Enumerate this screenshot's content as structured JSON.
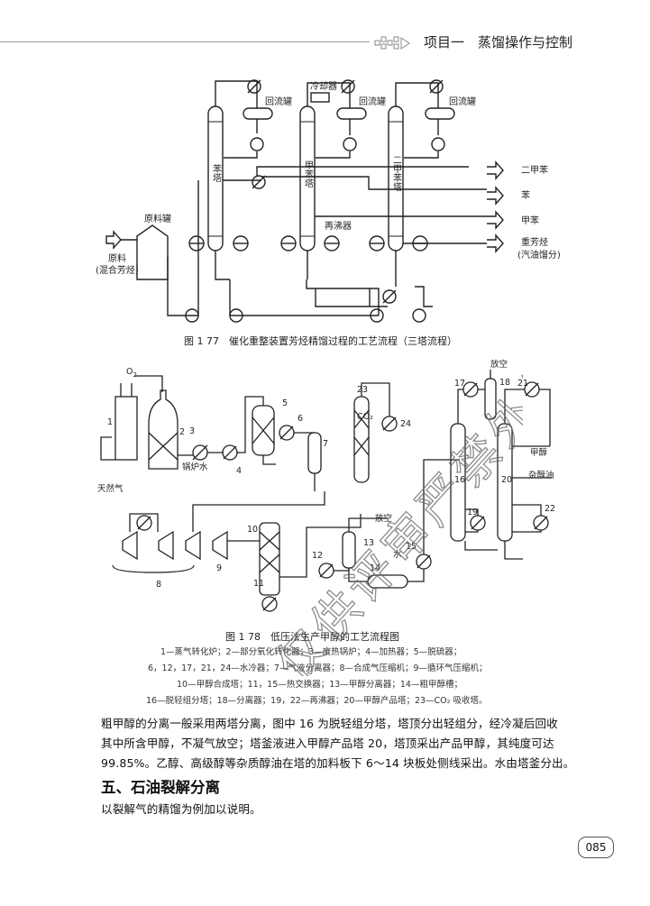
{
  "header": {
    "title": "项目一　蒸馏操作与控制"
  },
  "figure77": {
    "caption": "图 1 77　催化重整装置芳烃精馏过程的工艺流程（三塔流程）",
    "labels": {
      "reflux_drum_1": "回流罐",
      "condenser": "冷却器",
      "reflux_drum_2": "回流罐",
      "reflux_drum_3": "回流罐",
      "tower1": "苯塔",
      "tower2": "甲苯塔",
      "tower3": "二甲苯塔",
      "feed_tank": "原料罐",
      "feed": "原料",
      "feed_note": "(混合芳烃)",
      "reboiler": "再沸器",
      "out1": "二甲苯",
      "out2": "苯",
      "out3": "甲苯",
      "out4": "重芳烃",
      "out4_note": "(汽油馏分)"
    }
  },
  "figure78": {
    "caption": "图 1 78　低压法生产甲醇的工艺流程图",
    "labels": {
      "o2": "O",
      "o2_sub": "2",
      "natural_gas": "天然气",
      "boiler_water": "锅炉水",
      "vent1": "放空",
      "vent2": "放空",
      "water": "水",
      "methanol": "甲醇",
      "fusel": "杂醇油",
      "co2": "CO₂",
      "n1": "1",
      "n2": "2",
      "n3": "3",
      "n4": "4",
      "n5": "5",
      "n6": "6",
      "n7": "7",
      "n8": "8",
      "n9": "9",
      "n10": "10",
      "n11": "11",
      "n12": "12",
      "n13": "13",
      "n14": "14",
      "n15": "15",
      "n16": "16",
      "n17": "17",
      "n18": "18",
      "n19": "19",
      "n20": "20",
      "n21": "21",
      "n22": "22",
      "n23": "23",
      "n24": "24"
    },
    "legend": [
      "1—蒸气转化炉；2—部分氧化转化器；3—废热锅炉；4—加热器；5—脱硫器；",
      "6，12，17，21，24—水冷器；7—气液分离器；8—合成气压缩机；9—循环气压缩机；",
      "10—甲醇合成塔；11，15—热交换器；13—甲醇分离器；14—粗甲醇槽；",
      "16—脱轻组分塔；18—分离器；19，22—再沸器；20—甲醇产品塔；23—CO₂ 吸收塔。"
    ]
  },
  "body": {
    "paragraph_lines": [
      "粗甲醇的分离一般采用两塔分离，图中 16 为脱轻组分塔，塔顶分出轻组分，经冷凝后回收",
      "其中所含甲醇，不凝气放空；塔釜液进入甲醇产品塔 20，塔顶采出产品甲醇，其纯度可达",
      "99.85%。乙醇、高级醇等杂质醇油在塔的加料板下 6～14 块板处侧线采出。水由塔釜分出。"
    ],
    "section_heading": "五、石油裂解分离",
    "section_text": "以裂解气的精馏为例加以说明。"
  },
  "page_number": "085",
  "watermark": "仅供评审严禁外传"
}
